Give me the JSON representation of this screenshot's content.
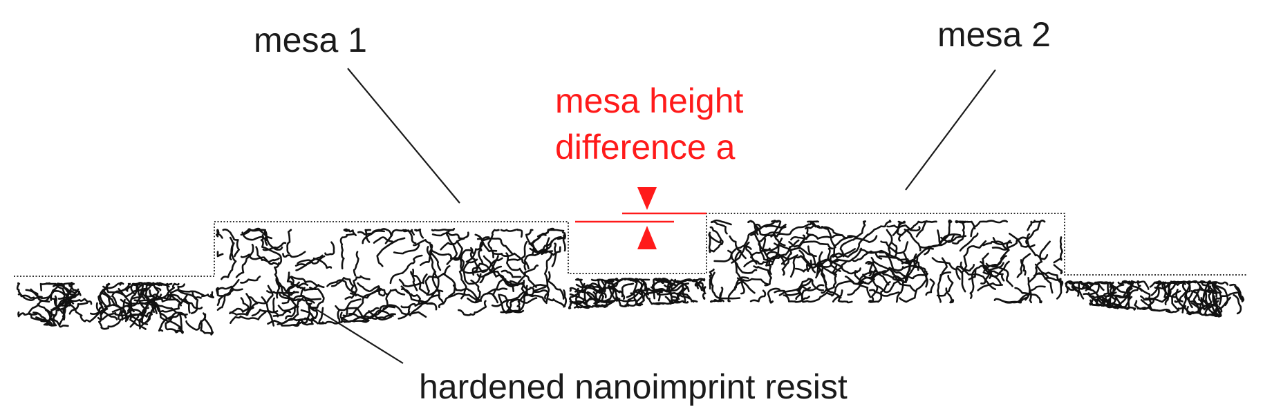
{
  "labels": {
    "mesa1": "mesa 1",
    "mesa2": "mesa 2",
    "height_line1": "mesa  height",
    "height_line2": "difference a",
    "resist": "hardened nanoimprint resist"
  },
  "colors": {
    "annotation": "#ff1a1a",
    "ink": "#1a1a1a"
  }
}
